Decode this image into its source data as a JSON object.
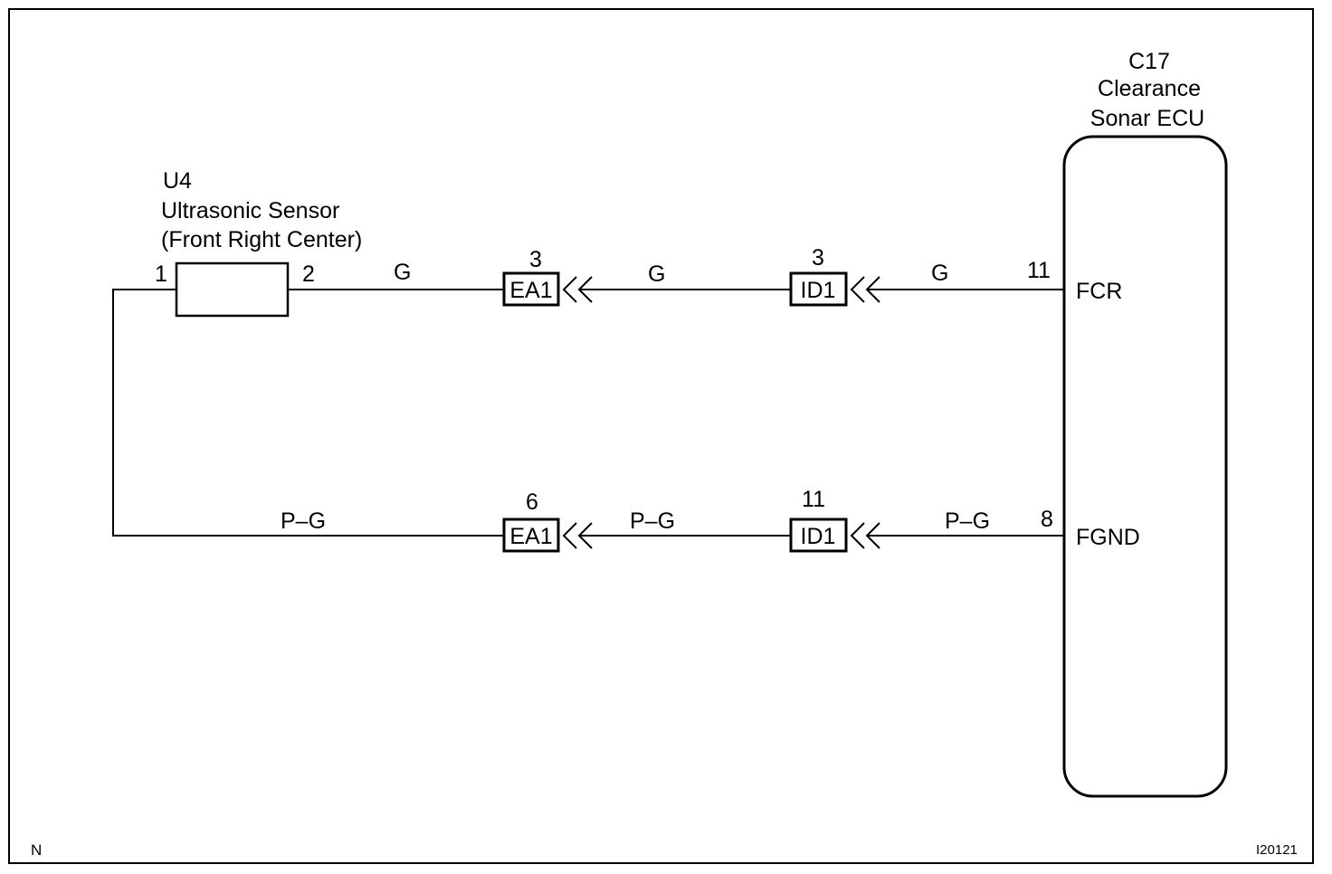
{
  "ecu": {
    "id": "C17",
    "name_line1": "Clearance",
    "name_line2": "Sonar ECU",
    "terminal_fcr": "FCR",
    "terminal_fgnd": "FGND"
  },
  "sensor": {
    "id": "U4",
    "name_line1": "Ultrasonic Sensor",
    "name_line2": "(Front Right Center)",
    "pin1": "1",
    "pin2": "2"
  },
  "top_circuit": {
    "wire_sensor": "G",
    "connector_ea1": {
      "label": "EA1",
      "pin": "3"
    },
    "wire_mid": "G",
    "connector_id1": {
      "label": "ID1",
      "pin": "3"
    },
    "wire_ecu": "G",
    "ecu_pin": "11"
  },
  "bottom_circuit": {
    "wire_sensor": "P–G",
    "connector_ea1": {
      "label": "EA1",
      "pin": "6"
    },
    "wire_mid": "P–G",
    "connector_id1": {
      "label": "ID1",
      "pin": "11"
    },
    "wire_ecu": "P–G",
    "ecu_pin": "8"
  },
  "footer": {
    "left_code": "N",
    "right_code": "I20121"
  }
}
